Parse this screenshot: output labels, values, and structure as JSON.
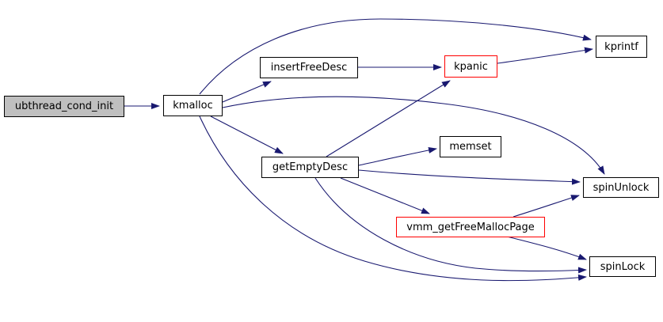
{
  "diagram": {
    "type": "call-graph",
    "background": "#ffffff",
    "edge_color": "#191970",
    "nodes": [
      {
        "id": "ubthread_cond_init",
        "label": "ubthread_cond_init",
        "role": "root-function",
        "fill": "#bfbfbf",
        "border": "#000000"
      },
      {
        "id": "kmalloc",
        "label": "kmalloc",
        "role": "function",
        "fill": "#ffffff",
        "border": "#000000"
      },
      {
        "id": "insertFreeDesc",
        "label": "insertFreeDesc",
        "role": "function",
        "fill": "#ffffff",
        "border": "#000000"
      },
      {
        "id": "kpanic",
        "label": "kpanic",
        "role": "function",
        "fill": "#ffffff",
        "border": "#ff0000"
      },
      {
        "id": "kprintf",
        "label": "kprintf",
        "role": "function",
        "fill": "#ffffff",
        "border": "#000000"
      },
      {
        "id": "memset",
        "label": "memset",
        "role": "function",
        "fill": "#ffffff",
        "border": "#000000"
      },
      {
        "id": "getEmptyDesc",
        "label": "getEmptyDesc",
        "role": "function",
        "fill": "#ffffff",
        "border": "#000000"
      },
      {
        "id": "spinUnlock",
        "label": "spinUnlock",
        "role": "function",
        "fill": "#ffffff",
        "border": "#000000"
      },
      {
        "id": "vmm_getFreeMallocPage",
        "label": "vmm_getFreeMallocPage",
        "role": "function",
        "fill": "#ffffff",
        "border": "#ff0000"
      },
      {
        "id": "spinLock",
        "label": "spinLock",
        "role": "function",
        "fill": "#ffffff",
        "border": "#000000"
      }
    ],
    "edges": [
      {
        "from": "ubthread_cond_init",
        "to": "kmalloc"
      },
      {
        "from": "kmalloc",
        "to": "kprintf"
      },
      {
        "from": "kmalloc",
        "to": "insertFreeDesc"
      },
      {
        "from": "kmalloc",
        "to": "getEmptyDesc"
      },
      {
        "from": "kmalloc",
        "to": "spinUnlock"
      },
      {
        "from": "kmalloc",
        "to": "spinLock"
      },
      {
        "from": "insertFreeDesc",
        "to": "kpanic"
      },
      {
        "from": "kpanic",
        "to": "kprintf"
      },
      {
        "from": "getEmptyDesc",
        "to": "kpanic"
      },
      {
        "from": "getEmptyDesc",
        "to": "memset"
      },
      {
        "from": "getEmptyDesc",
        "to": "spinUnlock"
      },
      {
        "from": "getEmptyDesc",
        "to": "vmm_getFreeMallocPage"
      },
      {
        "from": "getEmptyDesc",
        "to": "spinLock"
      },
      {
        "from": "vmm_getFreeMallocPage",
        "to": "spinUnlock"
      },
      {
        "from": "vmm_getFreeMallocPage",
        "to": "spinLock"
      }
    ]
  }
}
